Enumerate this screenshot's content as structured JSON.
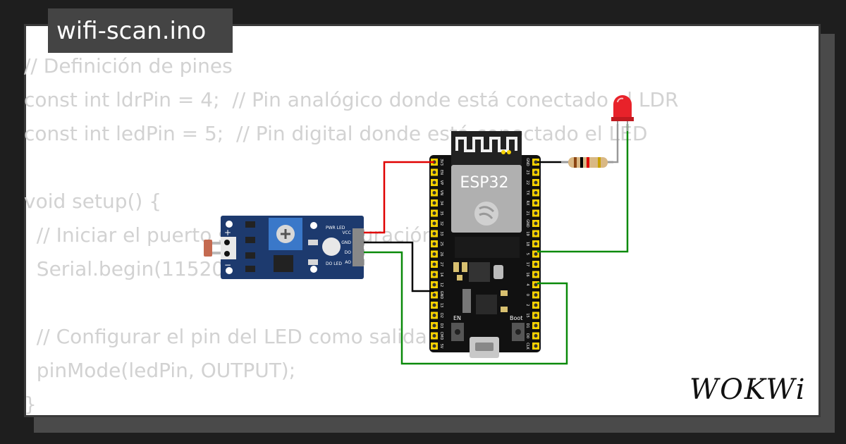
{
  "title": "wifi-scan.ino",
  "code_lines": [
    "// Definición de pines",
    "const int ldrPin = 4;  // Pin analógico donde está conectado el LDR",
    "const int ledPin = 5;  // Pin digital donde está conectado el LED",
    "",
    "void setup() {",
    "  // Iniciar el puerto serie para depuración",
    "  Serial.begin(115200);",
    "",
    "  // Configurar el pin del LED como salida",
    "  pinMode(ledPin, OUTPUT);",
    "}"
  ],
  "esp32": {
    "label": "ESP32",
    "left_pins": [
      "3V3",
      "EN",
      "VP",
      "VN",
      "34",
      "35",
      "32",
      "33",
      "25",
      "26",
      "27",
      "14",
      "12",
      "GND",
      "13",
      "D2",
      "D3",
      "CMD",
      "5V"
    ],
    "right_pins": [
      "GND",
      "23",
      "22",
      "TX",
      "RX",
      "21",
      "GND",
      "19",
      "18",
      "5",
      "17",
      "16",
      "4",
      "0",
      "2",
      "15",
      "D1",
      "D0",
      "CLK"
    ],
    "button_en": "EN",
    "button_boot": "Boot"
  },
  "sensor_module": {
    "pins": [
      "VCC",
      "GND",
      "DO",
      "AO"
    ],
    "led_pwr": "PWR LED",
    "led_do": "DO LED",
    "plus": "+",
    "minus": "−"
  },
  "brand": "WOKWi",
  "colors": {
    "wire_red": "#e00000",
    "wire_black": "#000000",
    "wire_green": "#0a8a0a",
    "module_blue": "#1d3a6e",
    "pcb_black": "#111111",
    "header_yellow": "#f5d100",
    "led_red": "#e8222a"
  }
}
